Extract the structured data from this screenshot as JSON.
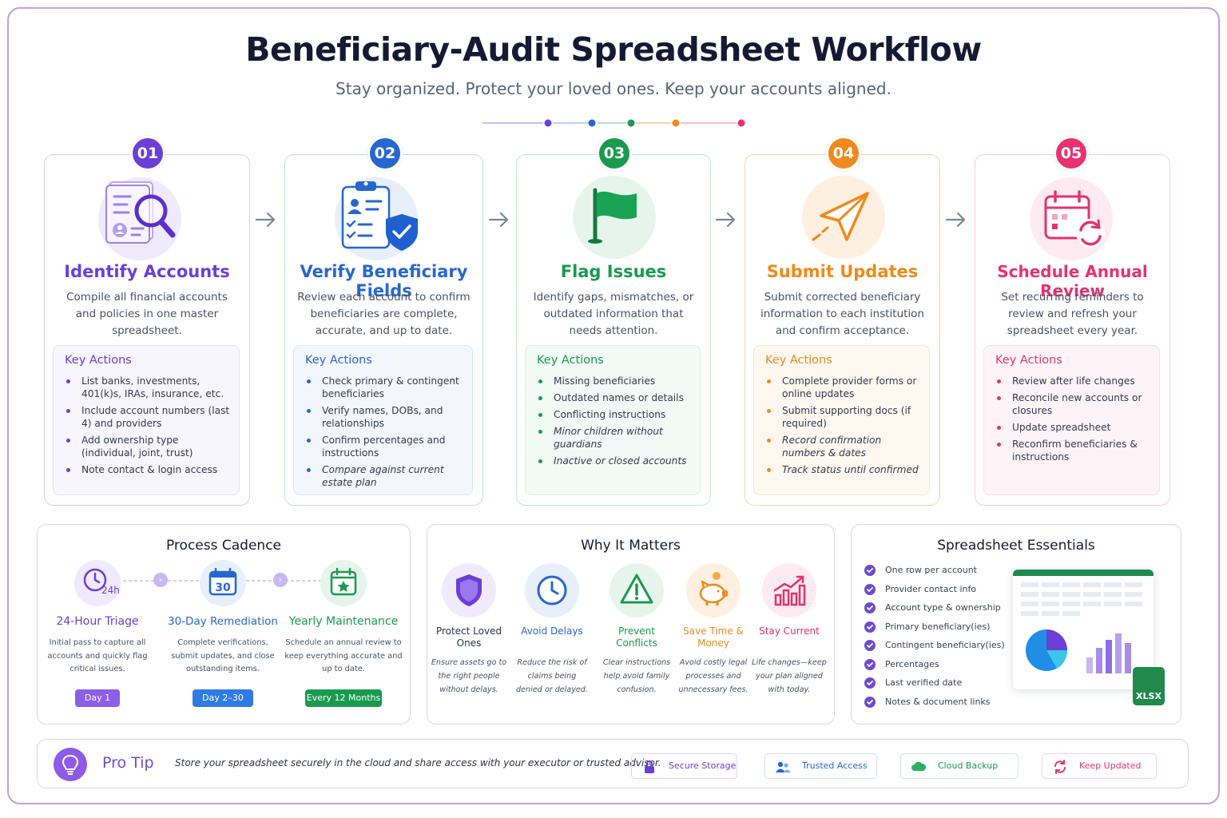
{
  "header": {
    "title": "Beneficiary-Audit Spreadsheet Workflow",
    "subtitle": "Stay organized. Protect your loved ones. Keep your accounts aligned."
  },
  "colors": {
    "purple": "#6b3fd6",
    "blue": "#2767d0",
    "green": "#1a9a4f",
    "orange": "#f08a1c",
    "pink": "#e6336f"
  },
  "steps": [
    {
      "number": "01",
      "title": "Identify Accounts",
      "description": "Compile all financial accounts and policies in one master spreadsheet.",
      "icon": "magnifier-document-icon",
      "key_actions_title": "Key Actions",
      "actions": [
        "List banks, investments, 401(k)s, IRAs, insurance, etc.",
        "Include account numbers (last 4) and providers",
        "Add ownership type (individual, joint, trust)",
        "Note contact & login access"
      ]
    },
    {
      "number": "02",
      "title": "Verify Beneficiary Fields",
      "description": "Review each account to confirm beneficiaries are complete, accurate, and up to date.",
      "icon": "clipboard-shield-icon",
      "key_actions_title": "Key Actions",
      "actions": [
        "Check primary & contingent beneficiaries",
        "Verify names, DOBs, and relationships",
        "Confirm percentages and instructions",
        "Compare against current estate plan"
      ]
    },
    {
      "number": "03",
      "title": "Flag Issues",
      "description": "Identify gaps, mismatches, or outdated information that needs attention.",
      "icon": "flag-icon",
      "key_actions_title": "Key Actions",
      "actions": [
        "Missing beneficiaries",
        "Outdated names or details",
        "Conflicting instructions",
        "Minor children without guardians",
        "Inactive or closed accounts"
      ]
    },
    {
      "number": "04",
      "title": "Submit Updates",
      "description": "Submit corrected beneficiary information to each institution and confirm acceptance.",
      "icon": "paper-plane-icon",
      "key_actions_title": "Key Actions",
      "actions": [
        "Complete provider forms or online updates",
        "Submit supporting docs (if required)",
        "Record confirmation numbers & dates",
        "Track status until confirmed"
      ]
    },
    {
      "number": "05",
      "title": "Schedule Annual Review",
      "description": "Set recurring reminders to review and refresh your spreadsheet every year.",
      "icon": "calendar-refresh-icon",
      "key_actions_title": "Key Actions",
      "actions": [
        "Review after life changes",
        "Reconcile new accounts or closures",
        "Update spreadsheet",
        "Reconfirm beneficiaries & instructions"
      ]
    }
  ],
  "cadence": {
    "title": "Process Cadence",
    "items": [
      {
        "title": "24-Hour Triage",
        "description": "Initial pass to capture all accounts and quickly flag critical issues.",
        "badge": "Day 1",
        "icon": "clock-24h-icon",
        "icon_text": "24h"
      },
      {
        "title": "30-Day Remediation",
        "description": "Complete verifications, submit updates, and close outstanding items.",
        "badge": "Day 2–30",
        "icon": "calendar-30-icon",
        "icon_text": "30"
      },
      {
        "title": "Yearly Maintenance",
        "description": "Schedule an annual review to keep everything accurate and up to date.",
        "badge": "Every 12 Months",
        "icon": "calendar-star-icon"
      }
    ]
  },
  "why": {
    "title": "Why It Matters",
    "items": [
      {
        "title": "Protect Loved Ones",
        "description": "Ensure assets go to the right people without delays.",
        "icon": "shield-icon"
      },
      {
        "title": "Avoid Delays",
        "description": "Reduce the risk of claims being denied or delayed.",
        "icon": "clock-icon"
      },
      {
        "title": "Prevent Conflicts",
        "description": "Clear instructions help avoid family confusion.",
        "icon": "warning-icon"
      },
      {
        "title": "Save Time & Money",
        "description": "Avoid costly legal processes and unnecessary fees.",
        "icon": "piggy-bank-icon"
      },
      {
        "title": "Stay Current",
        "description": "Life changes—keep your plan aligned with today.",
        "icon": "trend-chart-icon"
      }
    ]
  },
  "essentials": {
    "title": "Spreadsheet Essentials",
    "items": [
      "One row per account",
      "Provider contact info",
      "Account type & ownership",
      "Primary beneficiary(ies)",
      "Contingent beneficiary(ies)",
      "Percentages",
      "Last verified date",
      "Notes & document links"
    ],
    "file_badge": "XLSX"
  },
  "protip": {
    "label": "Pro Tip",
    "text": "Store your spreadsheet securely in the cloud and share access with your executor or trusted advisor.",
    "chips": [
      {
        "label": "Secure Storage",
        "icon": "lock-icon"
      },
      {
        "label": "Trusted Access",
        "icon": "users-icon"
      },
      {
        "label": "Cloud Backup",
        "icon": "cloud-icon"
      },
      {
        "label": "Keep Updated",
        "icon": "refresh-icon"
      }
    ]
  }
}
